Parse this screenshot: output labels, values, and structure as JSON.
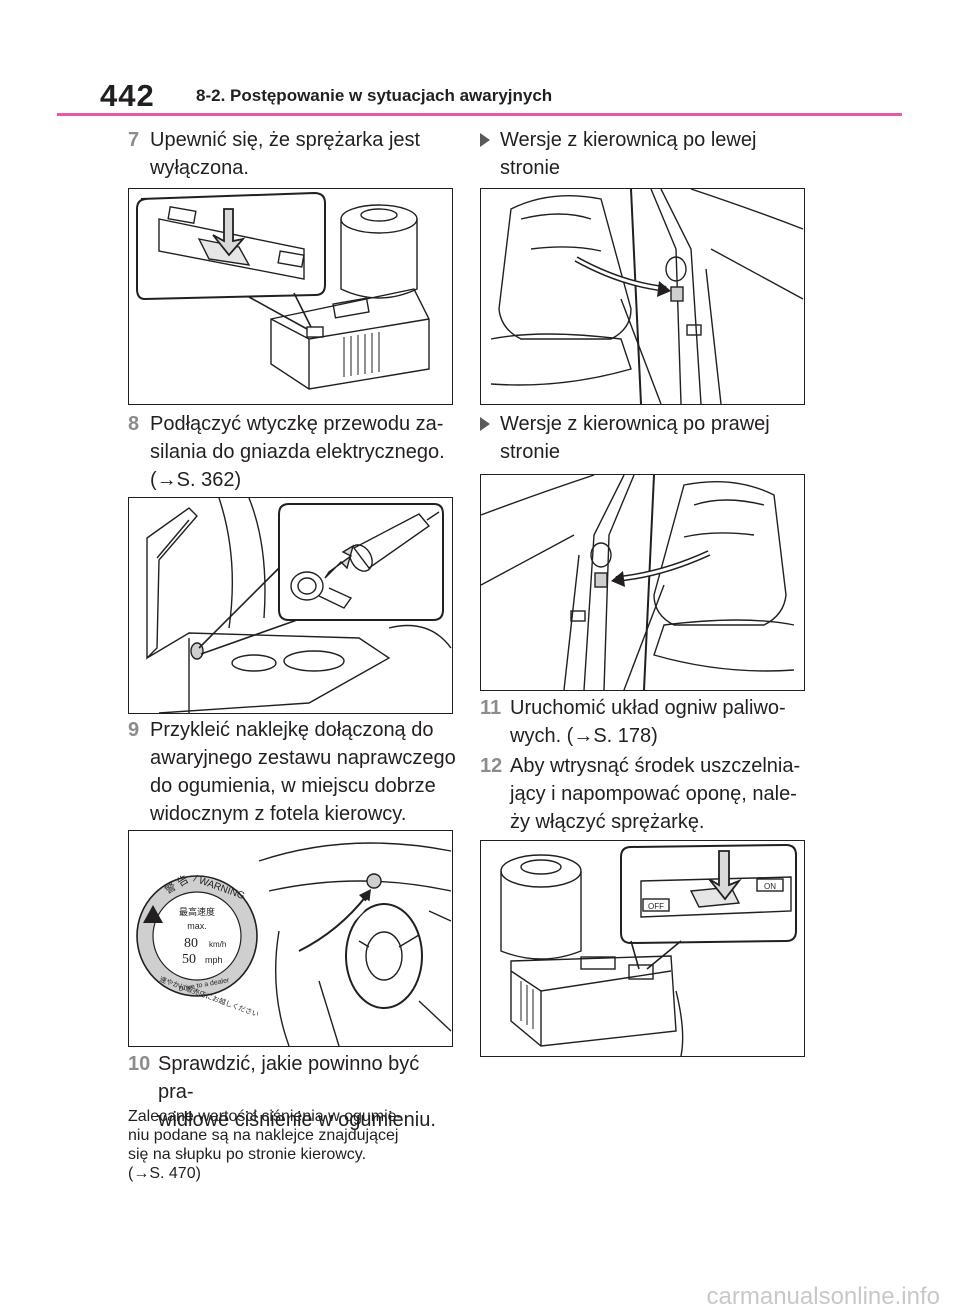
{
  "header": {
    "page_number": "442",
    "section": "8-2. Postępowanie w sytuacjach awaryjnych"
  },
  "left": {
    "step7": {
      "num": "7",
      "lines": [
        "Upewnić się, że sprężarka jest",
        "wyłączona."
      ]
    },
    "step8": {
      "num": "8",
      "lines": [
        "Podłączyć wtyczkę przewodu za-",
        "silania do gniazda elektrycznego.",
        "(→S. 362)"
      ]
    },
    "step9": {
      "num": "9",
      "lines": [
        "Przykleić naklejkę dołączoną do",
        "awaryjnego zestawu naprawczego",
        "do ogumienia, w miejscu dobrze",
        "widocznym z fotela kierowcy."
      ]
    },
    "step10": {
      "num": "10",
      "lines": [
        "Sprawdzić, jakie powinno być pra-",
        "widłowe ciśnienie w ogumieniu."
      ]
    },
    "note": [
      "Zalecane wartości ciśnienia w ogumie-",
      "niu podane są na naklejce znajdującej",
      "się na słupku po stronie kierowcy.",
      "(→S. 470)"
    ]
  },
  "sticker": {
    "warn_jp": "警 告",
    "warn_en": "/ WARNING",
    "speed_jp": "最高速度",
    "max": "max.",
    "kmh": "80",
    "kmh_unit": "km/h",
    "mph": "50",
    "mph_unit": "mph",
    "drive_jp": "速やかに販売店にお越しください",
    "drive_en": "Drive to a dealer"
  },
  "right": {
    "variant_lhd": {
      "lines": [
        "Wersje z kierownicą po lewej",
        "stronie"
      ]
    },
    "variant_rhd": {
      "lines": [
        "Wersje z kierownicą po prawej",
        "stronie"
      ]
    },
    "step11": {
      "num": "11",
      "lines": [
        "Uruchomić układ ogniw paliwo-",
        "wych. (→S. 178)"
      ]
    },
    "step12": {
      "num": "12",
      "lines": [
        "Aby wtrysnąć środek uszczelnia-",
        "jący i napompować oponę, nale-",
        "ży włączyć sprężarkę."
      ]
    }
  },
  "switch_labels": {
    "off": "OFF",
    "on": "ON"
  },
  "watermark": "carmanualsonline.info",
  "colors": {
    "accent_rule": "#e55aa8",
    "step_number": "#8c8c8c",
    "text": "#231f20"
  }
}
